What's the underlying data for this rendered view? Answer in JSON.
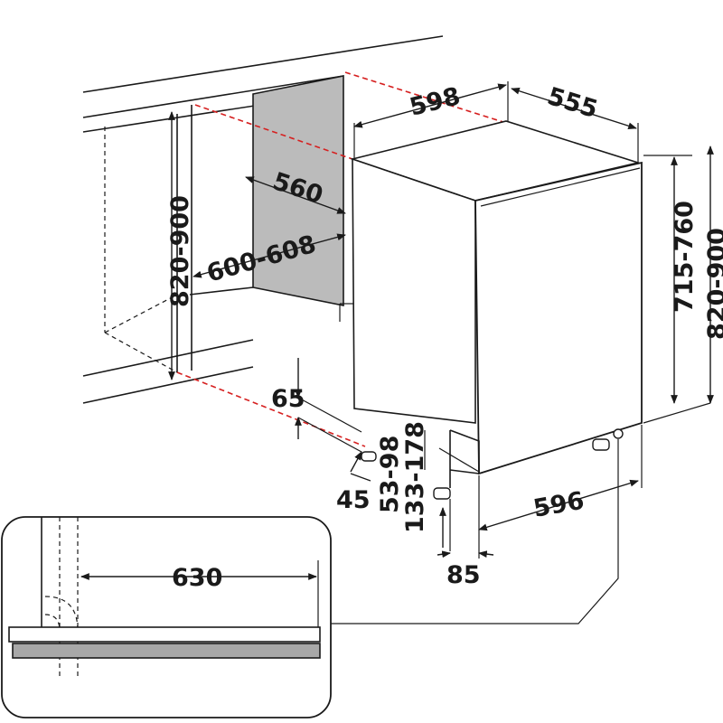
{
  "dimensions": {
    "niche_height": "820-900",
    "niche_depth_min": "560",
    "niche_width": "600-608",
    "appliance_width": "598",
    "appliance_depth": "555",
    "body_height": "715-760",
    "total_height": "820-900",
    "kick_dim_a": "65",
    "kick_dim_b": "45",
    "foot_adjust_a": "53-98",
    "foot_adjust_b": "133-178",
    "door_width": "596",
    "door_offset": "85",
    "detail_width": "630"
  },
  "colors": {
    "line": "#1a1a1a",
    "hidden_edge": "#d62020",
    "panel_fill": "#bbbbbb",
    "plinth_fill": "#a8a8a8"
  }
}
